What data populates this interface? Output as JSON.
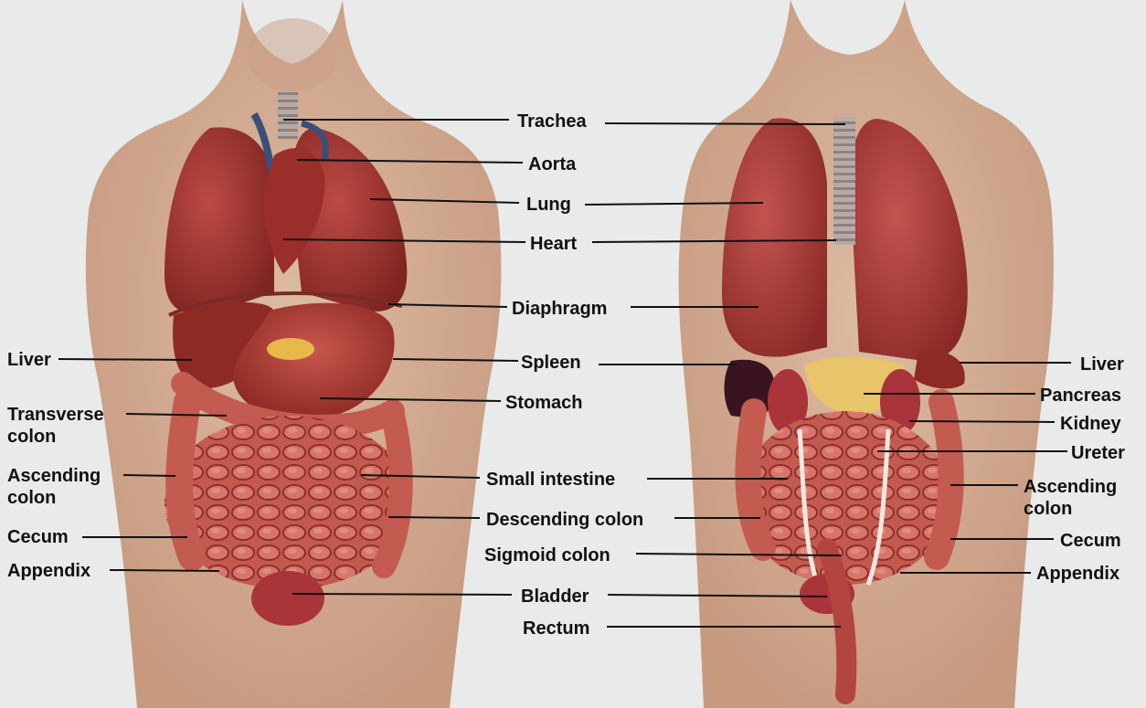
{
  "colors": {
    "background": "#e9eaea",
    "skin": "#d9b8a0",
    "skin_shadow": "#c79a80",
    "organ_red": "#a83a36",
    "organ_dark": "#7e2422",
    "intestine": "#c8584e",
    "liver": "#8e2a24",
    "spleen": "#3a1320",
    "pancreas": "#e8c46a",
    "trachea": "#b4a7a4",
    "ureter": "#efe7df",
    "label_text": "#111111"
  },
  "labels": {
    "trachea": "Trachea",
    "aorta": "Aorta",
    "lung": "Lung",
    "heart": "Heart",
    "diaphragm": "Diaphragm",
    "spleen": "Spleen",
    "stomach": "Stomach",
    "small_intestine": "Small intestine",
    "descending_colon": "Descending colon",
    "sigmoid_colon": "Sigmoid colon",
    "bladder": "Bladder",
    "rectum": "Rectum",
    "liver_left": "Liver",
    "transverse_colon_1": "Transverse",
    "transverse_colon_2": "colon",
    "ascending_colon_left_1": "Ascending",
    "ascending_colon_left_2": "colon",
    "cecum_left": "Cecum",
    "appendix_left": "Appendix",
    "liver_right": "Liver",
    "pancreas": "Pancreas",
    "kidney": "Kidney",
    "ureter": "Ureter",
    "ascending_colon_right_1": "Ascending",
    "ascending_colon_right_2": "colon",
    "cecum_right": "Cecum",
    "appendix_right": "Appendix"
  }
}
